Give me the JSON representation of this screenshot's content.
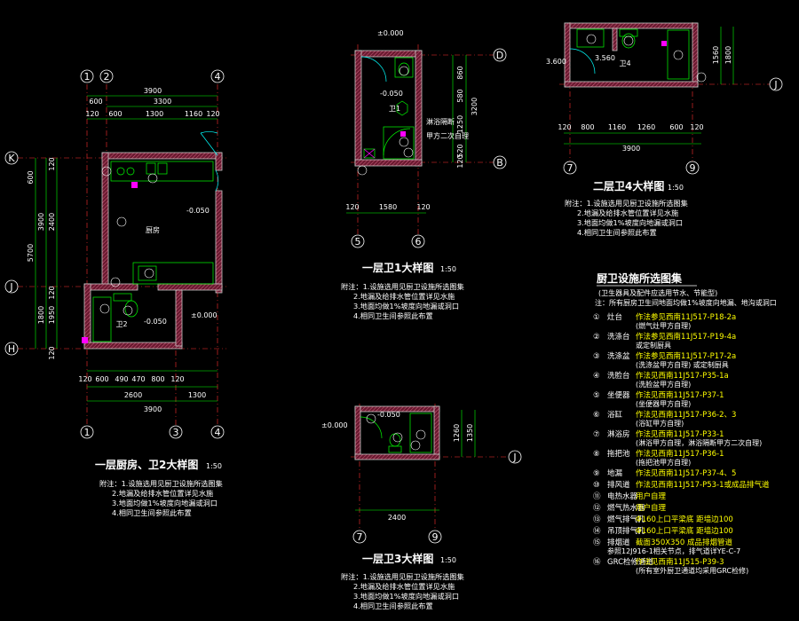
{
  "plans": [
    {
      "id": "p1",
      "title": "一层厨房、卫2大样图",
      "scale": "1:50",
      "notes": [
        "附注：1.设施选用见厨卫设施所选图集",
        "2.地漏及给排水管位置详见水施",
        "3.地面均做1%坡度向地漏或洞口",
        "4.相同卫生间参照此布置"
      ],
      "grid_x": [
        "1",
        "2",
        "4",
        "1",
        "3",
        "4"
      ],
      "grid_y": [
        "K",
        "J",
        "H"
      ],
      "dims_top": [
        "3900",
        "3300",
        "600",
        "120",
        "600",
        "1300",
        "1160",
        "120"
      ],
      "dims_bot": [
        "120",
        "600",
        "490",
        "470",
        "800",
        "120",
        "2600",
        "1300",
        "3900"
      ],
      "dims_left": [
        "5700",
        "3900",
        "2400",
        "1800",
        "1950",
        "600",
        "120",
        "120",
        "120"
      ],
      "room_label": "厨房",
      "room_label2": "卫2",
      "elev": [
        "-0.050",
        "-0.050",
        "±0.000"
      ]
    },
    {
      "id": "p2",
      "title": "一层卫1大样图",
      "scale": "1:50",
      "notes": [
        "附注：1.设施选用见厨卫设施所选图集",
        "2.地漏及给排水管位置详见水施",
        "3.地面均做1%坡度向地漏或洞口",
        "4.相同卫生间参照此布置"
      ],
      "grid_x": [
        "5",
        "6"
      ],
      "grid_y": [
        "D",
        "B"
      ],
      "dims_bot": [
        "120",
        "1580",
        "120"
      ],
      "dims_right": [
        "3200",
        "860",
        "580",
        "1250",
        "520",
        "120"
      ],
      "room_label": "卫1",
      "elev": [
        "±0.000",
        "-0.050"
      ],
      "callout": [
        "淋浴隔断",
        "甲方二次自理"
      ]
    },
    {
      "id": "p3",
      "title": "一层卫3大样图",
      "scale": "1:50",
      "notes": [
        "附注：1.设施选用见厨卫设施所选图集",
        "2.地漏及给排水管位置详见水施",
        "3.地面均做1%坡度向地漏或洞口",
        "4.相同卫生间参照此布置"
      ],
      "grid_x": [
        "7",
        "9"
      ],
      "grid_y": [
        "J"
      ],
      "dims_bot": [
        "2400"
      ],
      "dims_right": [
        "1260",
        "1350"
      ],
      "elev": [
        "±0.000",
        "-0.050"
      ]
    },
    {
      "id": "p4",
      "title": "二层卫4大样图",
      "scale": "1:50",
      "notes": [
        "附注：1.设施选用见厨卫设施所选图集",
        "2.地漏及给排水管位置详见水施",
        "3.地面均做1%坡度向地漏或洞口",
        "4.相同卫生间参照此布置"
      ],
      "grid_x": [
        "7",
        "9"
      ],
      "grid_y": [
        "J"
      ],
      "dims_bot": [
        "120",
        "800",
        "1160",
        "1260",
        "600",
        "120",
        "3900"
      ],
      "dims_right": [
        "1560",
        "1800"
      ],
      "room_label": "卫4",
      "elev": [
        "3.600",
        "3.560"
      ]
    }
  ],
  "legend": {
    "title": "厨卫设施所选图集",
    "intro": [
      "(卫生器具及配件应选用节水、节能型)",
      "注：所有厨房卫生间地面均做1%坡度向地漏、地沟或洞口"
    ],
    "items": [
      {
        "no": "①",
        "name": "灶台",
        "desc": "作法参见西南11J517-P18-2a",
        "sub": "(燃气灶甲方自理)"
      },
      {
        "no": "②",
        "name": "洗涤台",
        "desc": "作法参见西南11J517-P19-4a",
        "sub": "或定制厨具"
      },
      {
        "no": "③",
        "name": "洗涤盆",
        "desc": "作法参见西南11J517-P17-2a",
        "sub": "(洗涤盆甲方自理) 或定制厨具"
      },
      {
        "no": "④",
        "name": "洗脸台",
        "desc": "作法见西南11J517-P35-1a",
        "sub": "(洗脸盆甲方自理)"
      },
      {
        "no": "⑤",
        "name": "坐便器",
        "desc": "作法见西南11J517-P37-1",
        "sub": "(坐便器甲方自理)"
      },
      {
        "no": "⑥",
        "name": "浴缸",
        "desc": "作法见西南11J517-P36-2、3",
        "sub": "(浴缸甲方自理)"
      },
      {
        "no": "⑦",
        "name": "淋浴房",
        "desc": "作法见西南11J517-P33-1",
        "sub": "(淋浴甲方自理，淋浴隔断甲方二次自理)"
      },
      {
        "no": "⑧",
        "name": "拖把池",
        "desc": "作法见西南11J517-P36-1",
        "sub": "(拖把池甲方自理)"
      },
      {
        "no": "⑨",
        "name": "地漏",
        "desc": "作法见西南11J517-P37-4、5",
        "sub": ""
      },
      {
        "no": "⑩",
        "name": "排风道",
        "desc": "作法见西南11J517-P53-1或成品排气道",
        "sub": ""
      },
      {
        "no": "⑪",
        "name": "电热水器",
        "desc": "用户自理",
        "sub": ""
      },
      {
        "no": "⑫",
        "name": "燃气热水器",
        "desc": "用户自理",
        "sub": ""
      },
      {
        "no": "⑬",
        "name": "燃气排气孔",
        "desc": "Φ160上口平梁底 距墙边100",
        "sub": ""
      },
      {
        "no": "⑭",
        "name": "吊顶排气孔",
        "desc": "Φ160上口平梁底 距墙边100",
        "sub": ""
      },
      {
        "no": "⑮",
        "name": "排烟道",
        "desc": "截面350X350  成品排烟管道",
        "sub": "参照12J916-1相关节点，排气道详YE-C-7"
      },
      {
        "no": "⑯",
        "name": "GRC检修通道",
        "desc": "作法见西南11J515-P39-3",
        "sub": "(所有室外厨卫通道均采用GRC检修)"
      }
    ]
  },
  "colors": {
    "background": "#000000",
    "wall": "#c8c8c8",
    "wall_hatch": "#b04060",
    "fixture": "#00ff00",
    "dim": "#00ff00",
    "grid": "#ffffff",
    "axis": "#ff3030",
    "text": "#ffffff",
    "highlight": "#ffff00",
    "marker": "#ff00ff"
  }
}
